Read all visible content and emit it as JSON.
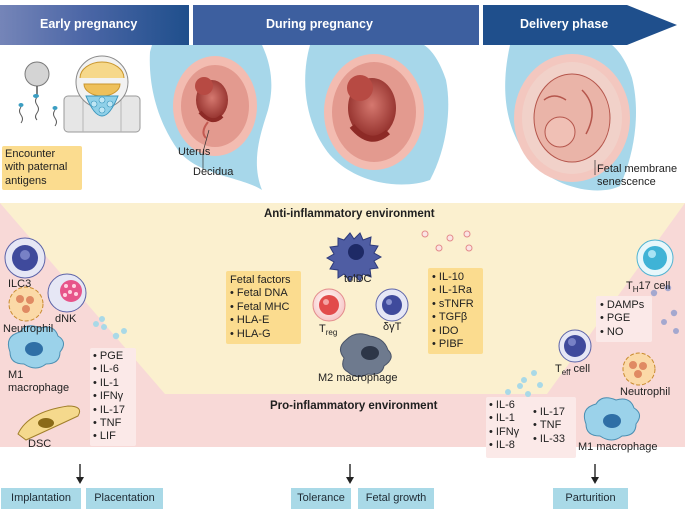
{
  "phases": {
    "early": "Early pregnancy",
    "during": "During pregnancy",
    "delivery": "Delivery phase"
  },
  "top_labels": {
    "paternal": [
      "Encounter",
      "with paternal",
      "antigens"
    ],
    "uterus": "Uterus",
    "decidua": "Decidua",
    "senescence": [
      "Fetal membrane",
      "senescence"
    ]
  },
  "environments": {
    "anti": "Anti-inflammatory environment",
    "pro": "Pro-inflammatory environment"
  },
  "left_cells": {
    "ilc3": "ILC3",
    "dnk": "dNK",
    "neutrophil": "Neutrophil",
    "m1": [
      "M1",
      "macrophage"
    ],
    "dsc": "DSC",
    "factors": [
      "PGE",
      "IL-6",
      "IL-1",
      "IFNγ",
      "IL-17",
      "TNF",
      "LIF"
    ]
  },
  "center_cells": {
    "toldc": "tolDC",
    "treg": "T",
    "treg_sub": "reg",
    "gdt": "δγT",
    "m2": "M2 macrophage",
    "fetal_factors_title": "Fetal factors",
    "fetal_factors": [
      "Fetal DNA",
      "Fetal MHC",
      "HLA-E",
      "HLA-G"
    ],
    "anti_factors": [
      "IL-10",
      "IL-1Ra",
      "sTNFR",
      "TGFβ",
      "IDO",
      "PIBF"
    ]
  },
  "right_cells": {
    "th17": "T",
    "th17_sub": "H",
    "th17_rest": "17 cell",
    "teff": "T",
    "teff_sub": "eff",
    "teff_rest": " cell",
    "danger": [
      "DAMPs",
      "PGE",
      "NO"
    ],
    "neutrophil": "Neutrophil",
    "m1": "M1 macrophage",
    "cytokines_a": [
      "IL-6",
      "IL-1",
      "IFNγ",
      "IL-8"
    ],
    "cytokines_b": [
      "IL-17",
      "TNF",
      "IL-33"
    ]
  },
  "outcomes": {
    "implantation": "Implantation",
    "placentation": "Placentation",
    "tolerance": "Tolerance",
    "fetal_growth": "Fetal growth",
    "parturition": "Parturition"
  },
  "colors": {
    "arrow_dark": "#1f4f8c",
    "arrow_light": "#7585b8",
    "anti_bg": "#fbf0cf",
    "pro_bg": "#f8d9d7",
    "factor_box": "#fbdc8f",
    "cytokine_box": "#fbe9e8",
    "outcome_box": "#a9d9e7",
    "uterus": "#a7d7ea"
  }
}
